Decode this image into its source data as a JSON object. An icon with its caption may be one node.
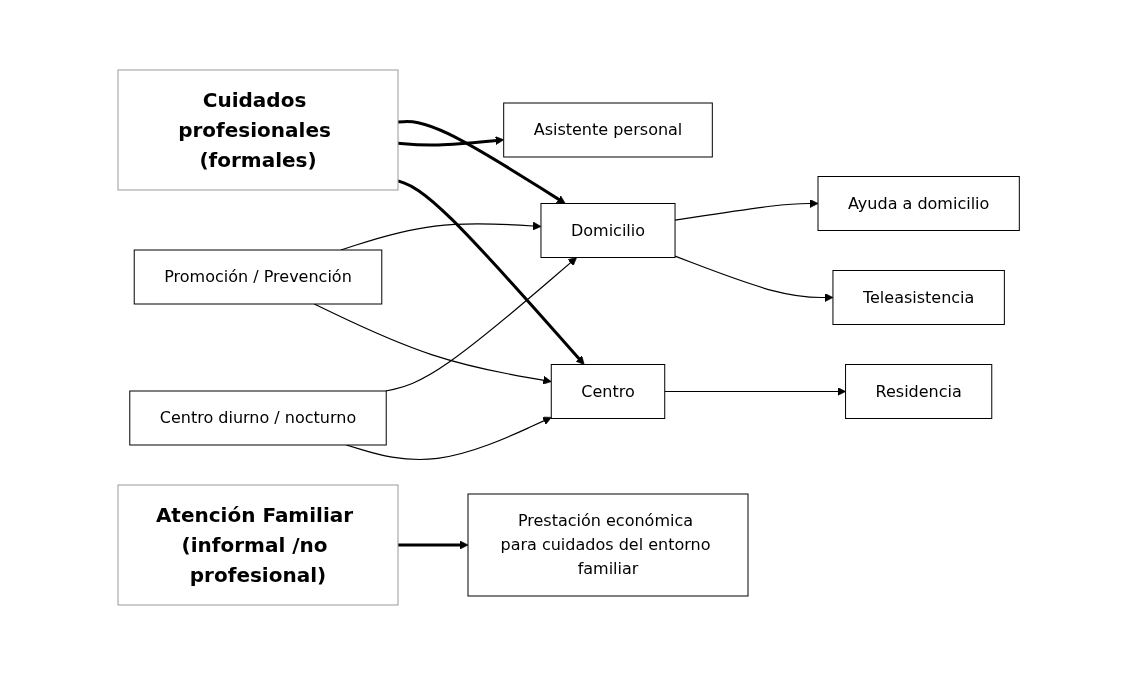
{
  "diagram": {
    "nodes": [
      {
        "text": [
          "Cuidados profesionales (formales)"
        ]
      },
      {
        "text": [
          "Domicilio"
        ]
      },
      {
        "text": [
          "Ayuda a domicilio"
        ]
      },
      {
        "text": [
          "Teleasistencia"
        ]
      },
      {
        "text": [
          "Asistente personal"
        ]
      },
      {
        "text": [
          "Promoción / Prevención"
        ]
      },
      {
        "text": [
          "Centro diurno / nocturno"
        ]
      },
      {
        "text": [
          "Centro"
        ]
      },
      {
        "text": [
          "Residencia"
        ]
      },
      {
        "text": [
          "Atención Familiar (informal /no profesional)"
        ]
      },
      {
        "text": [
          "Prestación económica para cuidados del entorno familiar"
        ]
      }
    ],
    "edges": [
      {
        "from": 0,
        "to": 1,
        "arrow": "to",
        "style": "thick"
      },
      {
        "from": 0,
        "to": 4,
        "arrow": "to",
        "style": "thick"
      },
      {
        "from": 0,
        "to": 7,
        "arrow": "to",
        "style": "thick"
      },
      {
        "from": 1,
        "to": 2,
        "arrow": "to"
      },
      {
        "from": 1,
        "to": 3,
        "arrow": "to"
      },
      {
        "from": 5,
        "to": 1,
        "arrow": "to"
      },
      {
        "from": 6,
        "to": 1,
        "arrow": "to"
      },
      {
        "from": 5,
        "to": 7,
        "arrow": "to"
      },
      {
        "from": 6,
        "to": 7,
        "arrow": "to"
      },
      {
        "from": 7,
        "to": 8,
        "arrow": "to"
      },
      {
        "from": 9,
        "to": 10,
        "arrow": "to",
        "style": "thick"
      }
    ]
  }
}
